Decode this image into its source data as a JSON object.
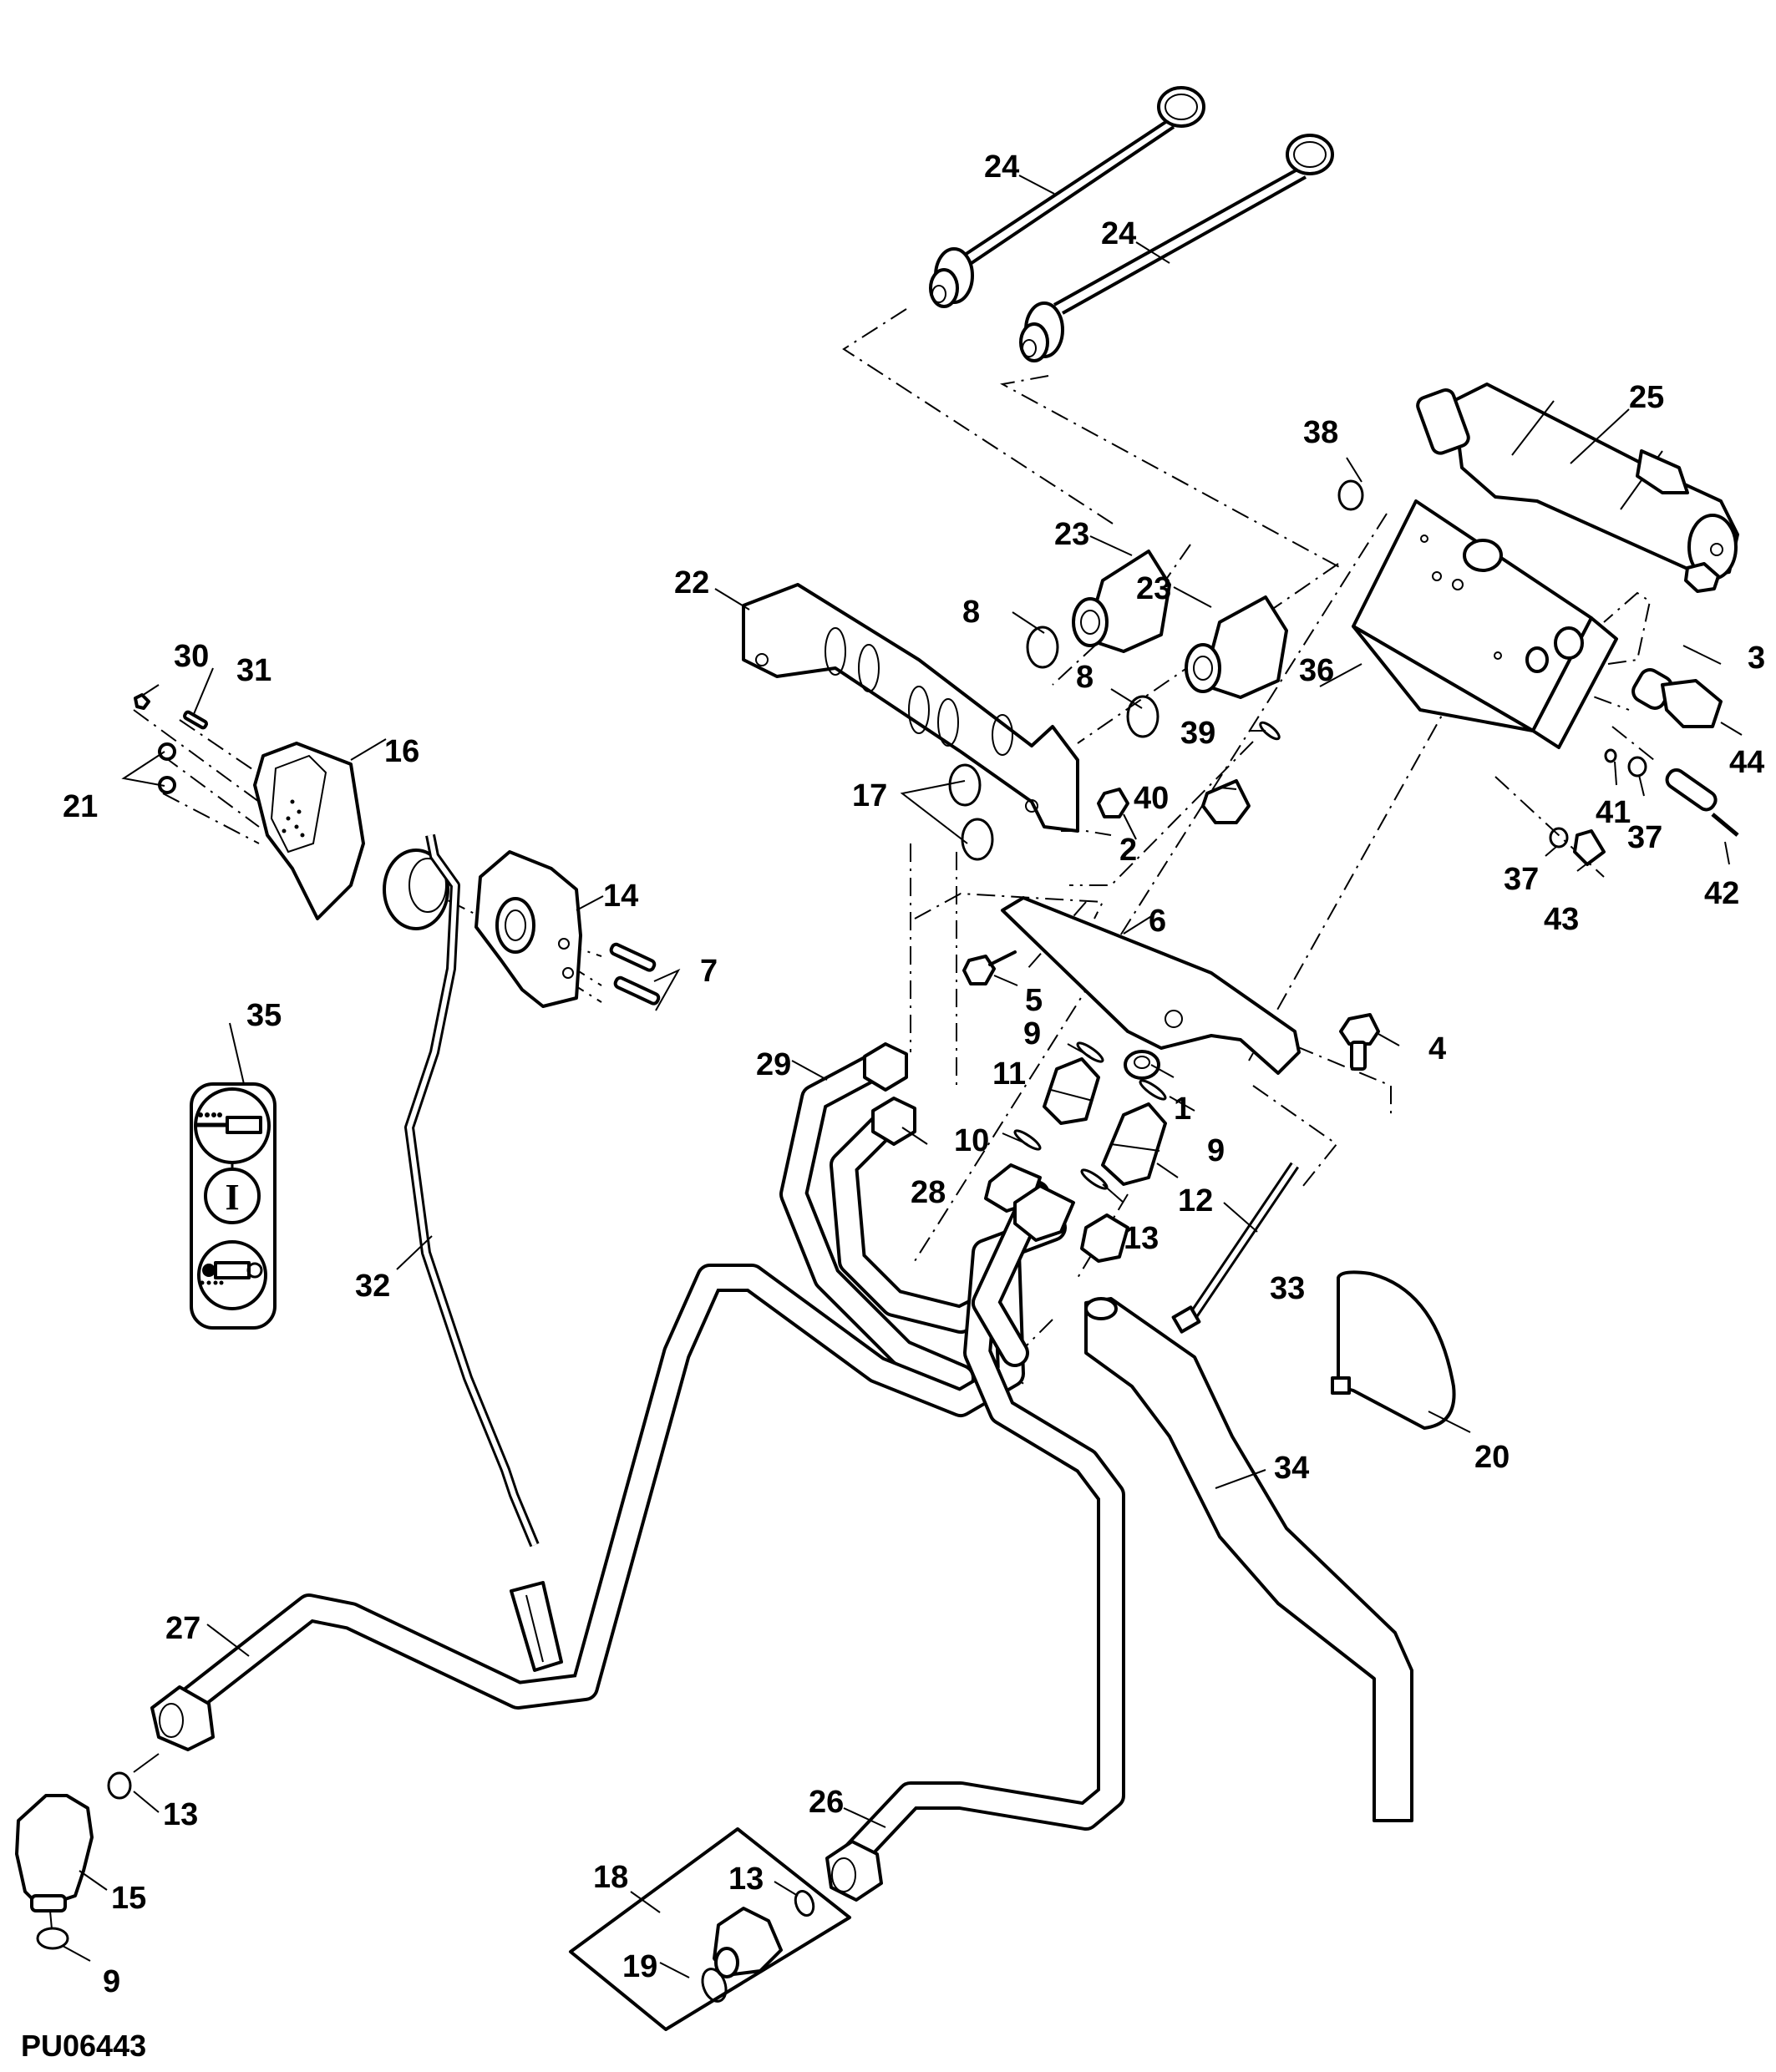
{
  "figure_id": "PU06443",
  "callouts": [
    {
      "id": "c24a",
      "num": "24",
      "part": "dust-cap-with-tether"
    },
    {
      "id": "c24b",
      "num": "24",
      "part": "dust-cap-with-tether"
    },
    {
      "id": "c25",
      "num": "25",
      "part": "solenoid-valve"
    },
    {
      "id": "c38",
      "num": "38",
      "part": "o-ring"
    },
    {
      "id": "c23a",
      "num": "23",
      "part": "quick-coupler"
    },
    {
      "id": "c23b",
      "num": "23",
      "part": "quick-coupler"
    },
    {
      "id": "c22",
      "num": "22",
      "part": "coupler-bracket"
    },
    {
      "id": "c8a",
      "num": "8",
      "part": "snap-ring"
    },
    {
      "id": "c8b",
      "num": "8",
      "part": "snap-ring"
    },
    {
      "id": "c36",
      "num": "36",
      "part": "valve-block"
    },
    {
      "id": "c3",
      "num": "3",
      "part": "plug"
    },
    {
      "id": "c44",
      "num": "44",
      "part": "relief-valve"
    },
    {
      "id": "c39",
      "num": "39",
      "part": "o-ring"
    },
    {
      "id": "c40",
      "num": "40",
      "part": "plug"
    },
    {
      "id": "c17",
      "num": "17",
      "part": "snap-ring"
    },
    {
      "id": "c2",
      "num": "2",
      "part": "nut"
    },
    {
      "id": "c41",
      "num": "41",
      "part": "o-ring"
    },
    {
      "id": "c37a",
      "num": "37",
      "part": "o-ring"
    },
    {
      "id": "c37b",
      "num": "37",
      "part": "o-ring"
    },
    {
      "id": "c42",
      "num": "42",
      "part": "pressure-switch"
    },
    {
      "id": "c43",
      "num": "43",
      "part": "orifice-plug"
    },
    {
      "id": "c30",
      "num": "30",
      "part": "screw"
    },
    {
      "id": "c31",
      "num": "31",
      "part": "screw"
    },
    {
      "id": "c16",
      "num": "16",
      "part": "switch-cover"
    },
    {
      "id": "c21",
      "num": "21",
      "part": "nut"
    },
    {
      "id": "c14",
      "num": "14",
      "part": "switch-housing"
    },
    {
      "id": "c7",
      "num": "7",
      "part": "screw"
    },
    {
      "id": "c6",
      "num": "6",
      "part": "mounting-bracket"
    },
    {
      "id": "c5",
      "num": "5",
      "part": "cap-screw"
    },
    {
      "id": "c4",
      "num": "4",
      "part": "cap-screw"
    },
    {
      "id": "c35",
      "num": "35",
      "part": "decal"
    },
    {
      "id": "c29",
      "num": "29",
      "part": "hydraulic-tube"
    },
    {
      "id": "c9a",
      "num": "9",
      "part": "o-ring"
    },
    {
      "id": "c11",
      "num": "11",
      "part": "fitting"
    },
    {
      "id": "c1",
      "num": "1",
      "part": "flange-nut"
    },
    {
      "id": "c9b",
      "num": "9",
      "part": "o-ring"
    },
    {
      "id": "c10",
      "num": "10",
      "part": "o-ring"
    },
    {
      "id": "c28",
      "num": "28",
      "part": "hydraulic-tube"
    },
    {
      "id": "c12",
      "num": "12",
      "part": "fitting"
    },
    {
      "id": "c13a",
      "num": "13",
      "part": "o-ring"
    },
    {
      "id": "c32",
      "num": "32",
      "part": "wiring-harness"
    },
    {
      "id": "c33",
      "num": "33",
      "part": "cable-tie"
    },
    {
      "id": "c20",
      "num": "20",
      "part": "hose-clamp"
    },
    {
      "id": "c34",
      "num": "34",
      "part": "drain-hose"
    },
    {
      "id": "c27",
      "num": "27",
      "part": "hydraulic-tube"
    },
    {
      "id": "c13b",
      "num": "13",
      "part": "o-ring"
    },
    {
      "id": "c15",
      "num": "15",
      "part": "elbow-fitting"
    },
    {
      "id": "c9c",
      "num": "9",
      "part": "o-ring"
    },
    {
      "id": "c26",
      "num": "26",
      "part": "hydraulic-tube"
    },
    {
      "id": "c18",
      "num": "18",
      "part": "fitting-kit"
    },
    {
      "id": "c13c",
      "num": "13",
      "part": "o-ring"
    },
    {
      "id": "c19",
      "num": "19",
      "part": "o-ring"
    }
  ],
  "decal_35": {
    "symbols": [
      "cylinder-extend-icon",
      "position-I-icon",
      "cylinder-retract-icon"
    ],
    "middle_glyph": "I"
  }
}
